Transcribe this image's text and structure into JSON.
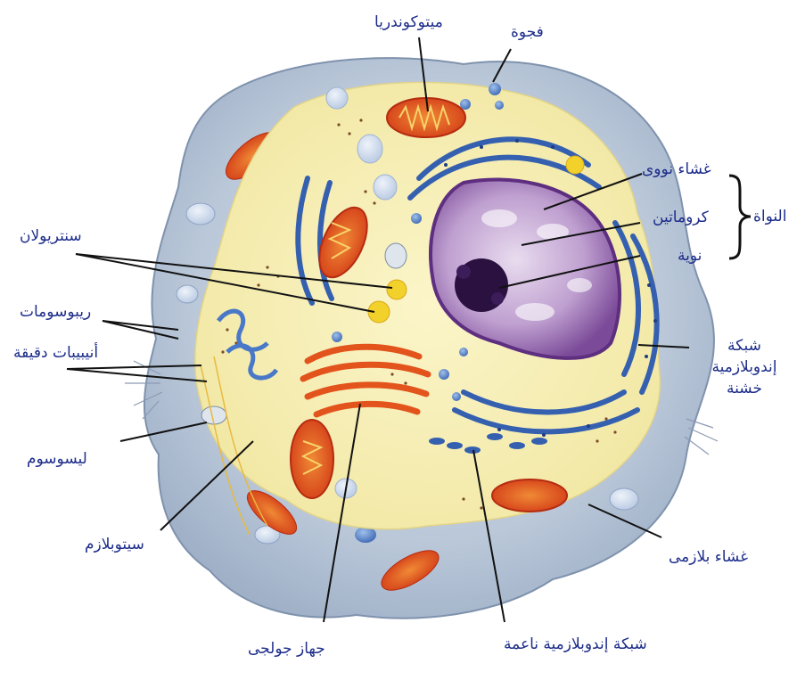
{
  "labels": {
    "mitochondria": "ميتوكوندريا",
    "vacuole": "فجوة",
    "nuclear_membrane": "غشاء نووى",
    "chromatin": "كروماتين",
    "nucleolus": "نوية",
    "nucleus_group": "النواة",
    "centrioles": "سنتريولان",
    "ribosomes": "ريبوسومات",
    "microtubules": "أنيبيبات دقيقة",
    "lysosome": "ليسوسوم",
    "cytoplasm": "سيتوبلازم",
    "rough_er": "شبكة إندوبلازمية خشنة",
    "plasma_membrane": "غشاء بلازمى",
    "golgi": "جهاز جولجى",
    "smooth_er": "شبكة إندوبلازمية ناعمة"
  },
  "colors": {
    "label_text": "#1d2d8a",
    "leader_line": "#111111",
    "cell_outer": "#b9c7d8",
    "cytoplasm": "#f7f0b8",
    "nucleus": "#8a5aa6",
    "nucleolus": "#2a1140",
    "mitochondria": "#e0421c",
    "rough_er": "#3560b0",
    "golgi": "#e2541c",
    "centrioles": "#f2d12a",
    "vacuole": "#5f86c6"
  }
}
